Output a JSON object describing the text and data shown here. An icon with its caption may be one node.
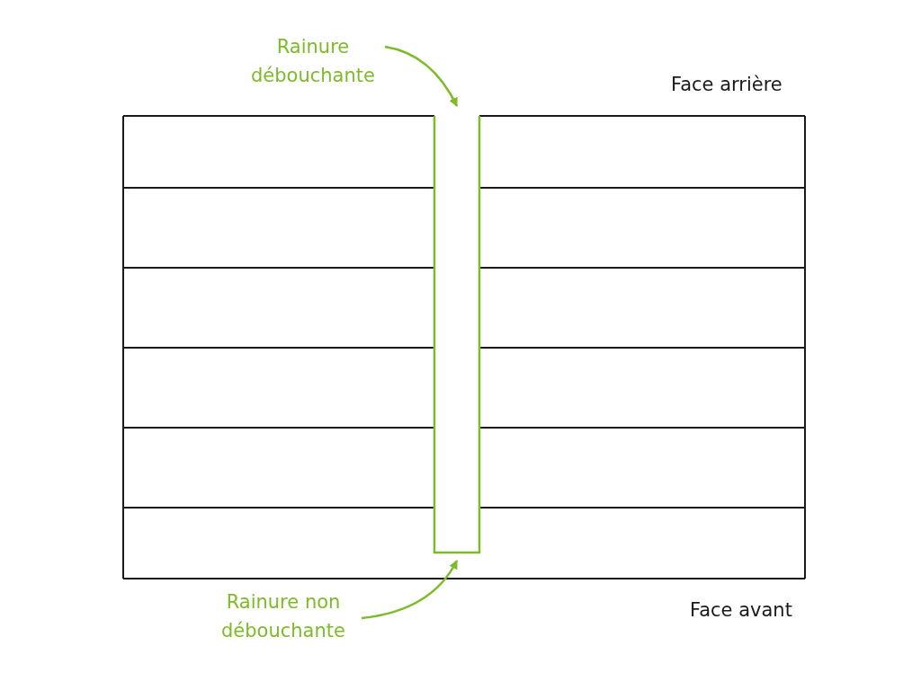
{
  "diagram": {
    "nodes": [
      {
        "text": [
          "Rainure débouchante"
        ]
      },
      {
        "text": [],
        "shape": "box"
      },
      {
        "text": [
          "Rainure non débouchante"
        ]
      }
    ],
    "edges": [
      {
        "from": 0,
        "to": 1,
        "arrow": "to"
      },
      {
        "from": 2,
        "to": 1,
        "arrow": "to"
      }
    ],
    "labels": [
      "Face arrière",
      "Face avant"
    ]
  }
}
